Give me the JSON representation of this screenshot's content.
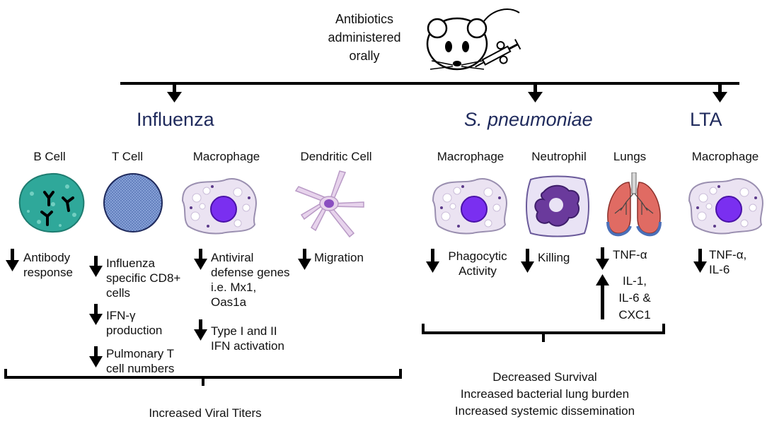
{
  "source": {
    "line1": "Antibiotics",
    "line2": "administered",
    "line3": "orally"
  },
  "headers": {
    "influenza": "Influenza",
    "pneumoniae": "S. pneumoniae",
    "lta": "LTA"
  },
  "cells": {
    "b_cell": "B Cell",
    "t_cell": "T Cell",
    "macrophage_flu": "Macrophage",
    "dendritic": "Dendritic Cell",
    "macrophage_sp": "Macrophage",
    "neutrophil": "Neutrophil",
    "lungs": "Lungs",
    "macrophage_lta": "Macrophage"
  },
  "effects": {
    "b1": "Antibody",
    "b2": "response",
    "t1a": "Influenza",
    "t1b": "specific CD8+",
    "t1c": "cells",
    "t2a": "IFN-γ",
    "t2b": "production",
    "t3a": "Pulmonary T",
    "t3b": "cell numbers",
    "m1a": "Antiviral",
    "m1b": "defense genes",
    "m1c": "i.e. Mx1,",
    "m1d": "Oas1a",
    "m2a": "Type I and II",
    "m2b": "IFN activation",
    "d1": "Migration",
    "sp_m1": "Phagocytic",
    "sp_m2": "Activity",
    "sp_n1": "Killing",
    "sp_l1": "TNF-α",
    "sp_l2a": "IL-1,",
    "sp_l2b": "IL-6 &",
    "sp_l2c": "CXC1",
    "lta1": "TNF-α,",
    "lta2": "IL-6"
  },
  "outcomes": {
    "influenza": "Increased Viral Titers",
    "pn1": "Decreased Survival",
    "pn2": "Increased bacterial lung burden",
    "pn3": "Increased systemic dissemination"
  },
  "colors": {
    "header": "#1f2a5c",
    "b_cell": "#2fa89a",
    "t_cell": "#5b78b8",
    "macrophage": "#ebe3f2",
    "nucleus": "#7a2ff0",
    "lung": "#e06b63",
    "neutrophil_nucleus": "#6a3a9c"
  }
}
